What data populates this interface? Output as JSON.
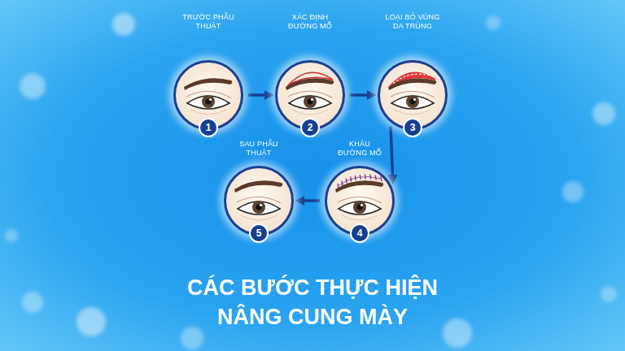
{
  "diagram": {
    "title": "CÁC BƯỚC THỰC HIỆN NÂNG CUNG MÀY",
    "nodes": [
      {
        "text": [
          "TRƯỚC PHẪU THUẬT",
          "1"
        ]
      },
      {
        "text": [
          "XÁC ĐỊNH ĐƯỜNG MỔ",
          "2"
        ]
      },
      {
        "text": [
          "LOẠI BỎ VÙNG DA TRÙNG",
          "3"
        ]
      },
      {
        "text": [
          "KHÂU ĐƯỜNG MỔ",
          "4"
        ]
      },
      {
        "text": [
          "SAU PHẪU THUẬT",
          "5"
        ]
      }
    ],
    "edges": [
      {
        "from": 0,
        "to": 1,
        "arrow": "to"
      },
      {
        "from": 1,
        "to": 2,
        "arrow": "to"
      },
      {
        "from": 2,
        "to": 3,
        "arrow": "to"
      },
      {
        "from": 3,
        "to": 4,
        "arrow": "to"
      }
    ]
  }
}
